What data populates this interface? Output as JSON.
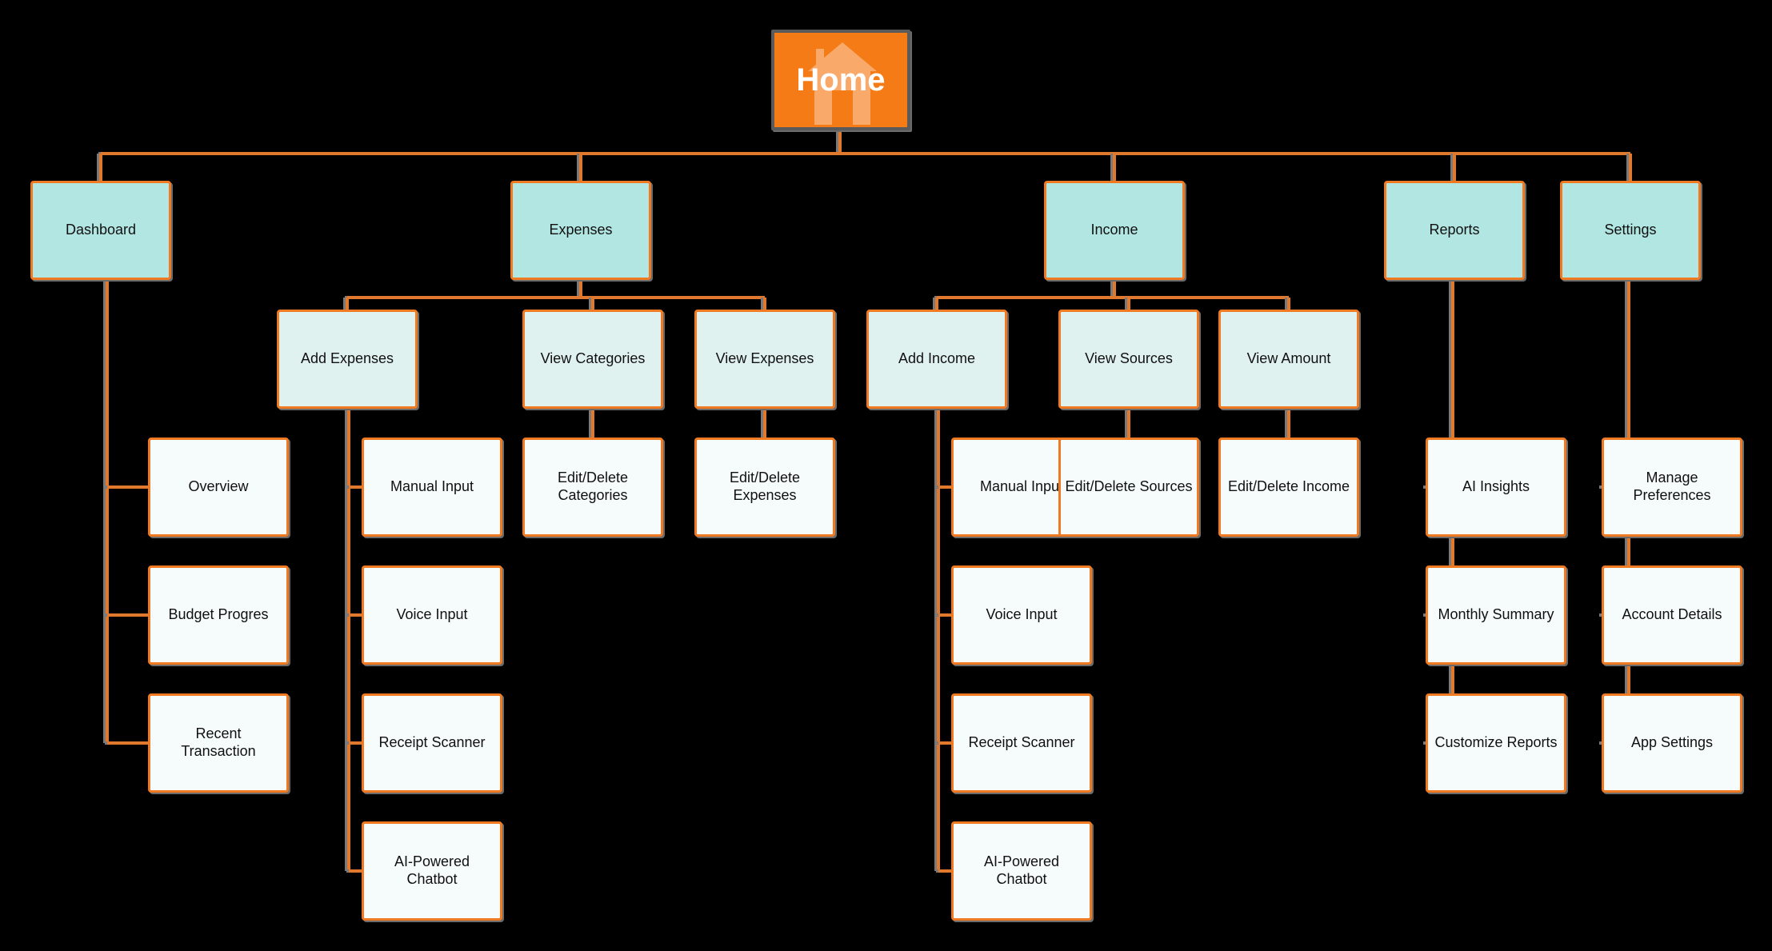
{
  "root": {
    "label": "Home",
    "icon": "house-icon"
  },
  "colors": {
    "connector": "#e0782e",
    "root_fill": "#f47b16",
    "level1_fill": "#b2e6e2",
    "level2_fill": "#e0f2ef",
    "level3_fill": "#f6fbfb",
    "node_border": "#f07a21",
    "background": "#000000"
  },
  "sections": [
    {
      "label": "Dashboard",
      "children": [],
      "items": [
        "Overview",
        "Budget Progres",
        "Recent\nTransaction"
      ]
    },
    {
      "label": "Expenses",
      "children": [
        {
          "label": "Add Expenses",
          "items": [
            "Manual Input",
            "Voice Input",
            "Receipt Scanner",
            "AI-Powered Chatbot"
          ]
        },
        {
          "label": "View Categories",
          "items": [
            "Edit/Delete\nCategories"
          ]
        },
        {
          "label": "View Expenses",
          "items": [
            "Edit/Delete\nExpenses"
          ]
        }
      ],
      "items": []
    },
    {
      "label": "Income",
      "children": [
        {
          "label": "Add Income",
          "items": [
            "Manual Input",
            "Voice Input",
            "Receipt Scanner",
            "AI-Powered Chatbot"
          ]
        },
        {
          "label": "View Sources",
          "items": [
            "Edit/Delete Sources"
          ]
        },
        {
          "label": "View Amount",
          "items": [
            "Edit/Delete Income"
          ]
        }
      ],
      "items": []
    },
    {
      "label": "Reports",
      "children": [],
      "items": [
        "AI Insights",
        "Monthly Summary",
        "Customize Reports"
      ]
    },
    {
      "label": "Settings",
      "children": [],
      "items": [
        "Manage\nPreferences",
        "Account Details",
        "App Settings"
      ]
    }
  ]
}
